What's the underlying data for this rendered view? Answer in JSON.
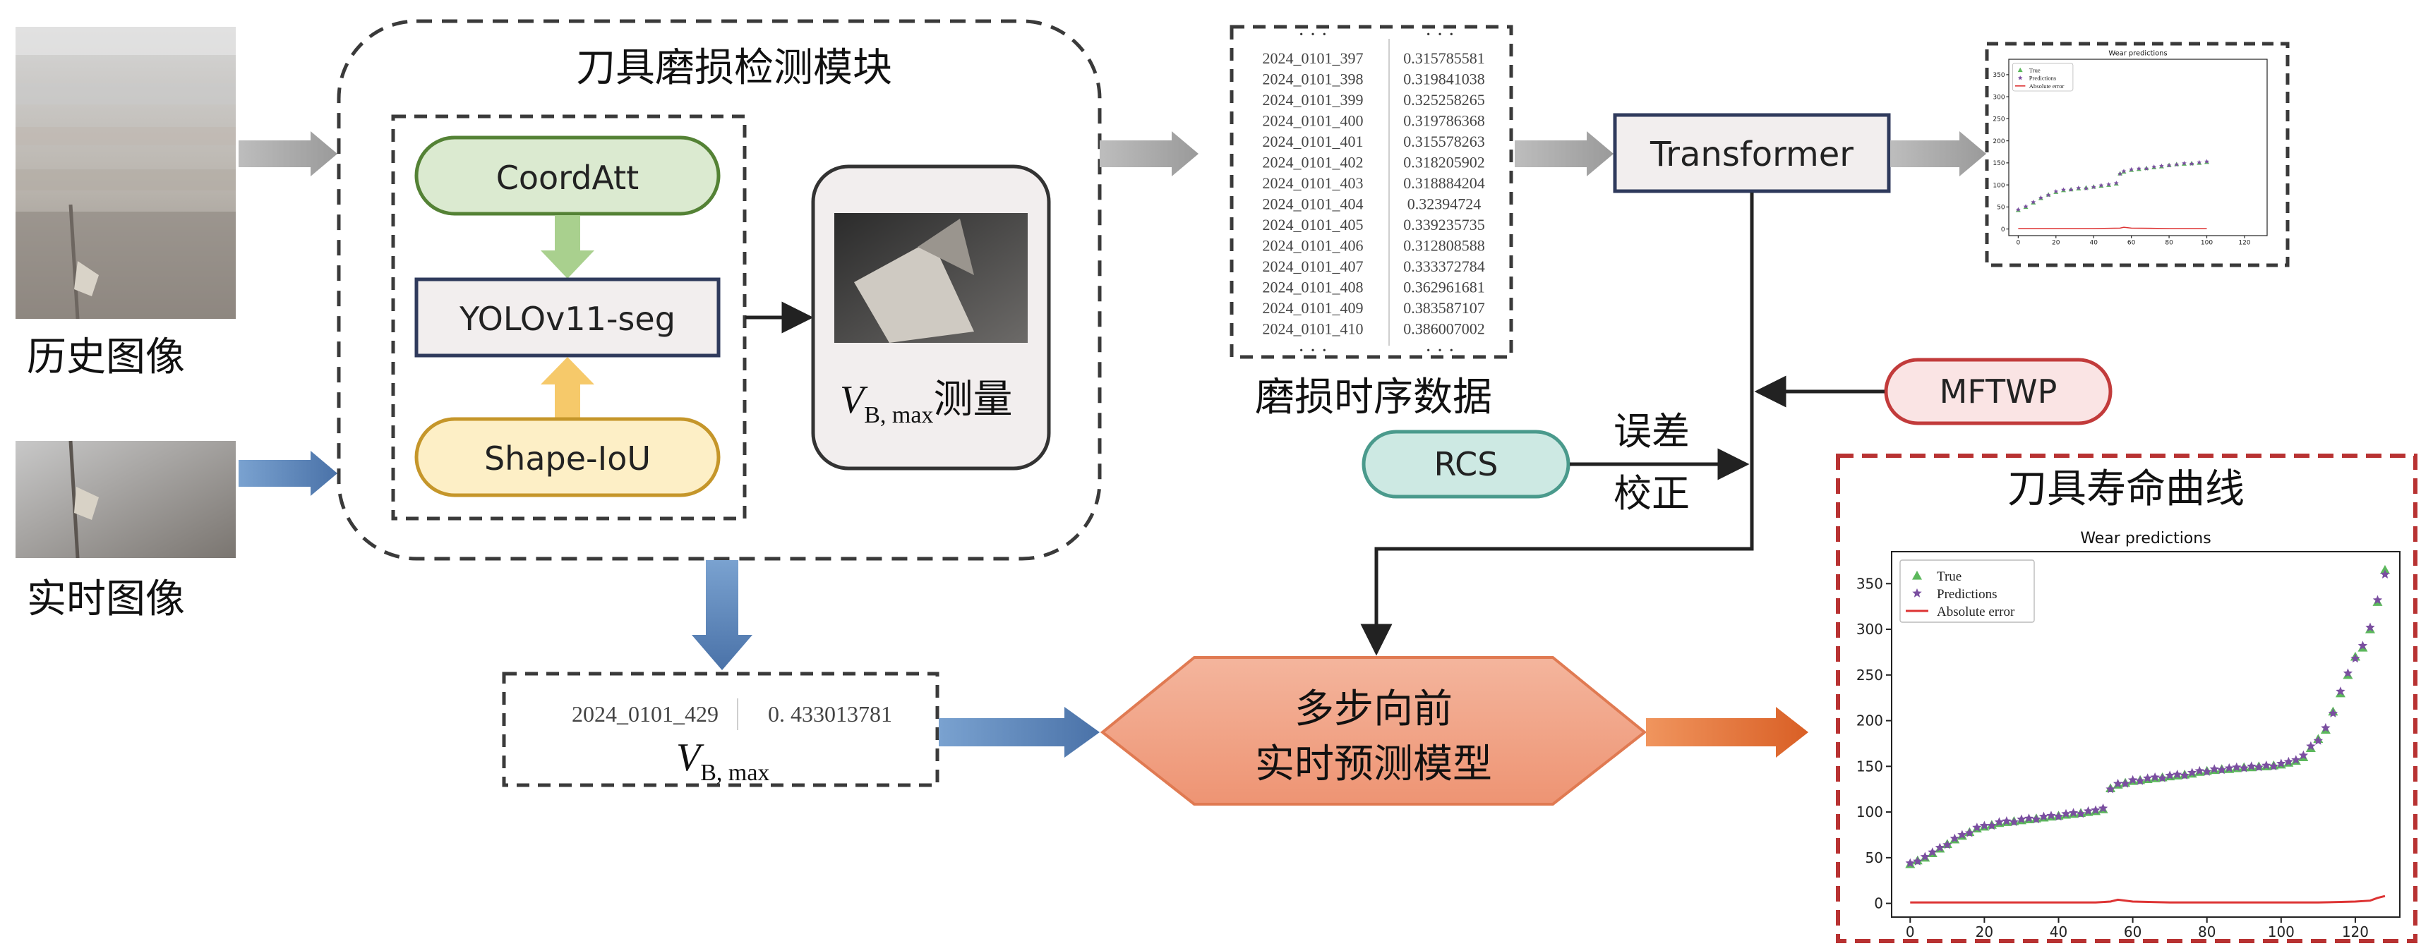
{
  "labels": {
    "history_image": "历史图像",
    "realtime_image": "实时图像",
    "module_title": "刀具磨损检测模块",
    "coordatt": "CoordAtt",
    "yolo": "YOLOv11-seg",
    "shape_iou": "Shape-IoU",
    "vb_measure_v": "V",
    "vb_measure_sub": "B, max",
    "vb_measure_suffix": "测量",
    "seq_data_title": "磨损时序数据",
    "transformer": "Transformer",
    "mftwp": "MFTWP",
    "rcs": "RCS",
    "error_correct_1": "误差",
    "error_correct_2": "校正",
    "life_curve_title": "刀具寿命曲线",
    "multi_step_1": "多步向前",
    "multi_step_2": "实时预测模型",
    "current_id": "2024_0101_429",
    "current_value": "0. 433013781",
    "current_v": "V",
    "current_sub": "B, max",
    "ellipsis": "· · ·"
  },
  "sequence_table": [
    [
      "2024_0101_397",
      "0.315785581"
    ],
    [
      "2024_0101_398",
      "0.319841038"
    ],
    [
      "2024_0101_399",
      "0.325258265"
    ],
    [
      "2024_0101_400",
      "0.319786368"
    ],
    [
      "2024_0101_401",
      "0.315578263"
    ],
    [
      "2024_0101_402",
      "0.318205902"
    ],
    [
      "2024_0101_403",
      "0.318884204"
    ],
    [
      "2024_0101_404",
      "0.32394724"
    ],
    [
      "2024_0101_405",
      "0.339235735"
    ],
    [
      "2024_0101_406",
      "0.312808588"
    ],
    [
      "2024_0101_407",
      "0.333372784"
    ],
    [
      "2024_0101_408",
      "0.362961681"
    ],
    [
      "2024_0101_409",
      "0.383587107"
    ],
    [
      "2024_0101_410",
      "0.386007002"
    ]
  ],
  "colors": {
    "dashed_border": "#3a3a3a",
    "red_dashed": "#b83232",
    "coordatt_fill": "#dbead0",
    "coordatt_border": "#548235",
    "yolo_border": "#2f3a5c",
    "shape_fill": "#fdefc6",
    "shape_border": "#c5962a",
    "green_arrow": "#a9d08e",
    "yellow_arrow": "#f6c96a",
    "gray_arrow": "#a8a8a8",
    "blue_arrow": "#5a84b8",
    "orange_arrow": "#e8773a",
    "hexagon_fill": "#f2a68c",
    "hexagon_border": "#e07a52",
    "rcs_fill": "#cde9e3",
    "rcs_border": "#4a9a8c",
    "mftwp_fill": "#fae4e4",
    "mftwp_border": "#c23b3b",
    "true_color": "#5cb85c",
    "pred_color": "#7a4ea0",
    "error_color": "#d33"
  },
  "chart_data": [
    {
      "type": "scatter",
      "title": "Wear predictions",
      "xlim": [
        -5,
        132
      ],
      "ylim": [
        -15,
        385
      ],
      "xticks": [
        0,
        20,
        40,
        60,
        80,
        100,
        120
      ],
      "yticks": [
        0,
        50,
        100,
        150,
        200,
        250,
        300,
        350
      ],
      "legend": [
        "True",
        "Predictions",
        "Absolute error"
      ],
      "legend_position": "upper-left",
      "series": [
        {
          "name": "True",
          "marker": "triangle",
          "x": [
            0,
            2,
            4,
            6,
            8,
            10,
            12,
            14,
            16,
            18,
            20,
            22,
            24,
            26,
            28,
            30,
            32,
            34,
            36,
            38,
            40,
            42,
            44,
            46,
            48,
            50,
            52,
            54,
            56,
            58,
            60,
            62,
            64,
            66,
            68,
            70,
            72,
            74,
            76,
            78,
            80,
            82,
            84,
            86,
            88,
            90,
            92,
            94,
            96,
            98,
            100,
            102,
            104,
            106,
            108,
            110,
            112,
            114,
            116,
            118,
            120,
            122,
            124,
            126,
            128
          ],
          "y": [
            43,
            47,
            50,
            55,
            60,
            65,
            70,
            74,
            78,
            82,
            84,
            86,
            88,
            89,
            90,
            91,
            92,
            93,
            94,
            95,
            96,
            97,
            98,
            99,
            100,
            101,
            103,
            126,
            130,
            132,
            134,
            135,
            136,
            137,
            138,
            139,
            140,
            141,
            142,
            144,
            145,
            146,
            147,
            147,
            148,
            149,
            149,
            150,
            150,
            151,
            152,
            154,
            156,
            160,
            170,
            180,
            190,
            210,
            230,
            250,
            270,
            280,
            300,
            330,
            365
          ]
        },
        {
          "name": "Predictions",
          "marker": "star",
          "x": [
            0,
            2,
            4,
            6,
            8,
            10,
            12,
            14,
            16,
            18,
            20,
            22,
            24,
            26,
            28,
            30,
            32,
            34,
            36,
            38,
            40,
            42,
            44,
            46,
            48,
            50,
            52,
            54,
            56,
            58,
            60,
            62,
            64,
            66,
            68,
            70,
            72,
            74,
            76,
            78,
            80,
            82,
            84,
            86,
            88,
            90,
            92,
            94,
            96,
            98,
            100,
            102,
            104,
            106,
            108,
            110,
            112,
            114,
            116,
            118,
            120,
            122,
            124,
            126,
            128
          ],
          "y": [
            44,
            46,
            51,
            56,
            61,
            64,
            71,
            75,
            77,
            83,
            85,
            85,
            89,
            90,
            89,
            92,
            93,
            92,
            95,
            96,
            95,
            98,
            99,
            98,
            101,
            102,
            104,
            125,
            131,
            131,
            135,
            134,
            137,
            138,
            137,
            140,
            141,
            140,
            143,
            145,
            144,
            147,
            146,
            148,
            149,
            148,
            150,
            149,
            151,
            150,
            153,
            155,
            157,
            162,
            172,
            178,
            192,
            208,
            232,
            252,
            268,
            282,
            302,
            332,
            360
          ]
        },
        {
          "name": "Absolute error",
          "marker": "line",
          "x": [
            0,
            10,
            20,
            30,
            40,
            50,
            54,
            56,
            60,
            70,
            80,
            90,
            100,
            110,
            120,
            124,
            126,
            128
          ],
          "y": [
            1,
            1,
            1,
            1,
            1,
            1,
            2,
            4,
            2,
            1,
            1,
            1,
            1,
            1,
            2,
            3,
            6,
            8
          ]
        }
      ]
    },
    {
      "type": "scatter",
      "title": "Wear predictions",
      "xlim": [
        -5,
        132
      ],
      "ylim": [
        -15,
        385
      ],
      "xticks": [
        0,
        20,
        40,
        60,
        80,
        100,
        120
      ],
      "yticks": [
        0,
        50,
        100,
        150,
        200,
        250,
        300,
        350
      ],
      "legend": [
        "True",
        "Predictions",
        "Absolute error"
      ],
      "legend_position": "upper-left",
      "series": [
        {
          "name": "True",
          "marker": "triangle",
          "x": [
            0,
            4,
            8,
            12,
            16,
            20,
            24,
            28,
            32,
            36,
            40,
            44,
            48,
            52,
            54,
            56,
            60,
            64,
            68,
            72,
            76,
            80,
            84,
            88,
            92,
            96,
            100
          ],
          "y": [
            43,
            50,
            60,
            70,
            78,
            84,
            88,
            90,
            92,
            94,
            96,
            98,
            100,
            103,
            126,
            130,
            134,
            136,
            138,
            140,
            142,
            145,
            147,
            148,
            149,
            150,
            152
          ]
        },
        {
          "name": "Predictions",
          "marker": "star",
          "x": [
            0,
            4,
            8,
            12,
            16,
            20,
            24,
            28,
            32,
            36,
            40,
            44,
            48,
            52,
            54,
            56,
            60,
            64,
            68,
            72,
            76,
            80,
            84,
            88,
            92,
            96,
            100
          ],
          "y": [
            44,
            51,
            61,
            71,
            77,
            85,
            89,
            89,
            93,
            92,
            95,
            99,
            101,
            104,
            125,
            131,
            135,
            137,
            137,
            141,
            143,
            144,
            146,
            149,
            148,
            151,
            153
          ]
        },
        {
          "name": "Absolute error",
          "marker": "line",
          "x": [
            0,
            20,
            40,
            54,
            56,
            60,
            80,
            100
          ],
          "y": [
            1,
            1,
            1,
            2,
            4,
            2,
            1,
            1
          ]
        }
      ]
    }
  ]
}
